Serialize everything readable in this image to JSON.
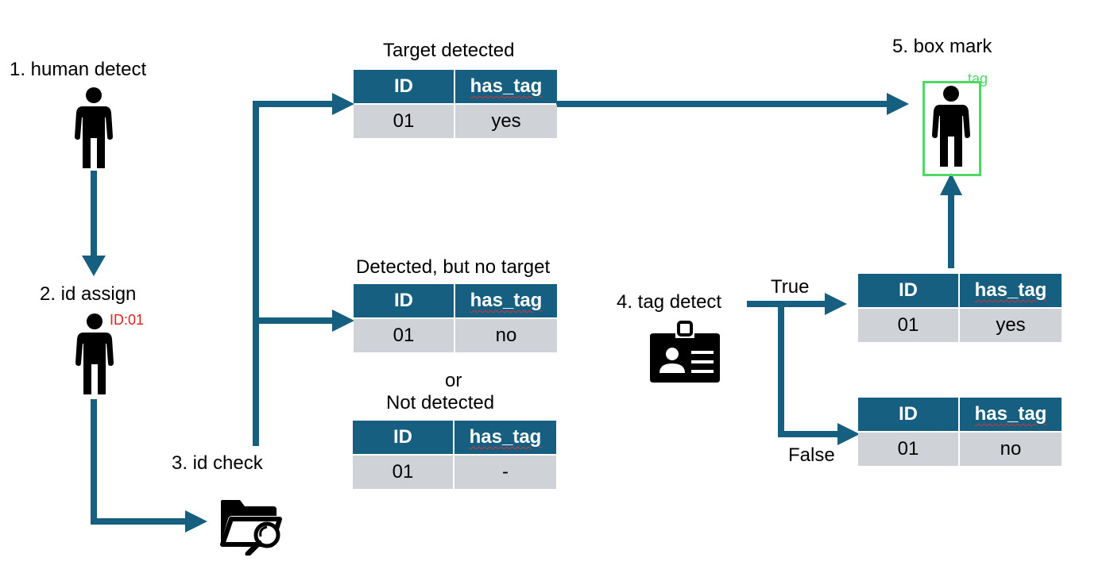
{
  "steps": {
    "human_detect": "1. human detect",
    "id_assign": "2. id assign",
    "id_check": "3.  id check",
    "tag_detect": "4. tag detect",
    "box_mark": "5. box mark"
  },
  "badges": {
    "id_label": "ID:01",
    "tag_label": "tag"
  },
  "branches": {
    "target_detected": "Target detected",
    "detected_no_target": "Detected, but no target",
    "or": "or",
    "not_detected": "Not detected",
    "true_label": "True",
    "false_label": "False"
  },
  "table_headers": {
    "id": "ID",
    "has_tag": "has_tag"
  },
  "tables": {
    "target": {
      "id": "01",
      "has_tag": "yes"
    },
    "no_target": {
      "id": "01",
      "has_tag": "no"
    },
    "not_detected": {
      "id": "01",
      "has_tag": "-"
    },
    "tag_true": {
      "id": "01",
      "has_tag": "yes"
    },
    "tag_false": {
      "id": "01",
      "has_tag": "no"
    }
  },
  "colors": {
    "arrow": "#165f80",
    "header": "#165f80",
    "cell": "#cfd3d8",
    "id_badge": "#e02020",
    "tag_box": "#4cd964"
  },
  "icons": [
    "person-icon",
    "folder-search-icon",
    "id-card-icon"
  ]
}
